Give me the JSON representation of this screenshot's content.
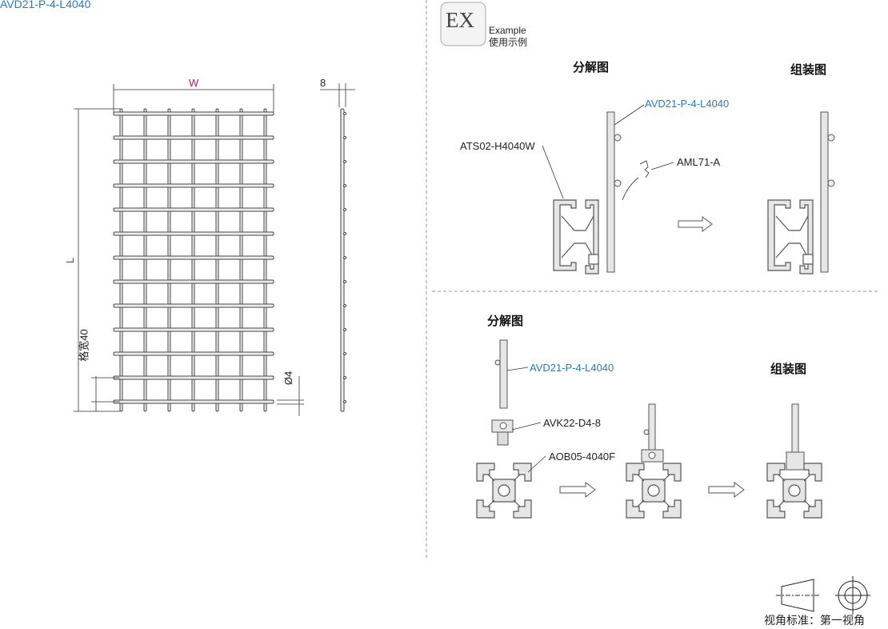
{
  "title": "AVD21-P-4-L4040",
  "dimensions": {
    "width": "W",
    "length": "L",
    "thickness": "8",
    "pitch": "格宽40",
    "diameter": "Ø4"
  },
  "example": {
    "badge": "EX",
    "label_en": "Example",
    "label_cn": "使用示例"
  },
  "example1": {
    "exploded_title": "分解图",
    "assembled_title": "组装图",
    "parts": [
      "AVD21-P-4-L4040",
      "ATS02-H4040W",
      "AML71-A"
    ]
  },
  "example2": {
    "exploded_title": "分解图",
    "assembled_title": "组装图",
    "parts": [
      "AVD21-P-4-L4040",
      "AVK22-D4-8",
      "AOB05-4040F"
    ]
  },
  "projection": {
    "label": "视角标准：第一视角"
  },
  "colors": {
    "accent": "#1a7fc8",
    "dimension": "#a0186e"
  }
}
